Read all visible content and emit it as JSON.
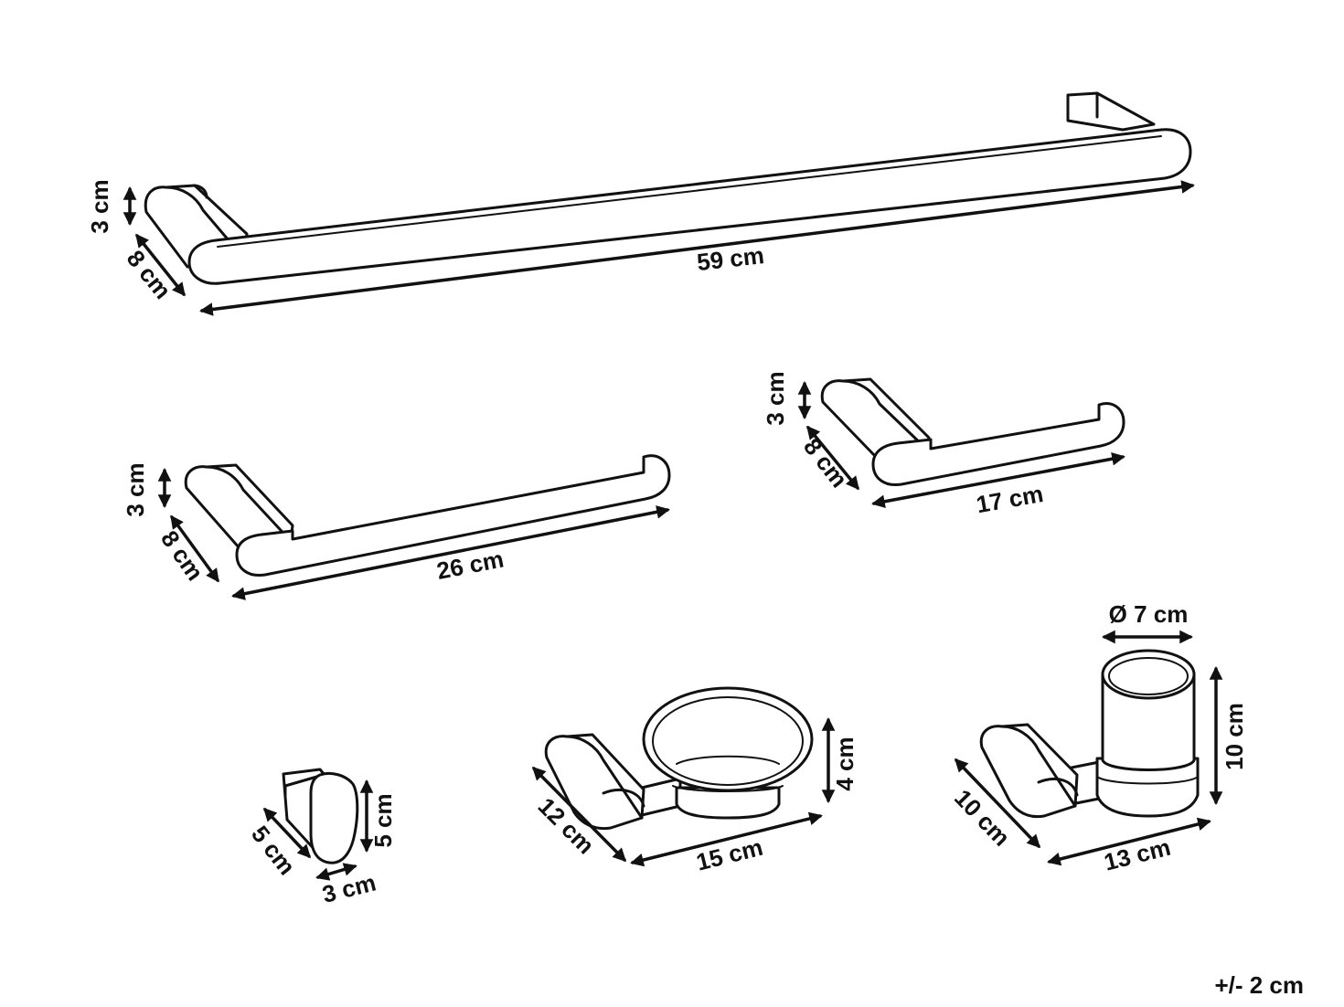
{
  "products": {
    "towel_bar_long": {
      "length": "59 cm",
      "height": "3 cm",
      "depth": "8 cm"
    },
    "towel_bar_medium": {
      "length": "26 cm",
      "height": "3 cm",
      "depth": "8 cm"
    },
    "towel_bar_short": {
      "length": "17 cm",
      "height": "3 cm",
      "depth": "8 cm"
    },
    "robe_hook": {
      "height": "5 cm",
      "depth": "5 cm",
      "width": "3 cm"
    },
    "soap_dish": {
      "height": "4 cm",
      "depth": "12 cm",
      "width": "15 cm"
    },
    "tumbler_holder": {
      "diameter": "Ø 7 cm",
      "height": "10 cm",
      "depth": "10 cm",
      "width": "13 cm"
    }
  },
  "tolerance": "+/- 2 cm"
}
